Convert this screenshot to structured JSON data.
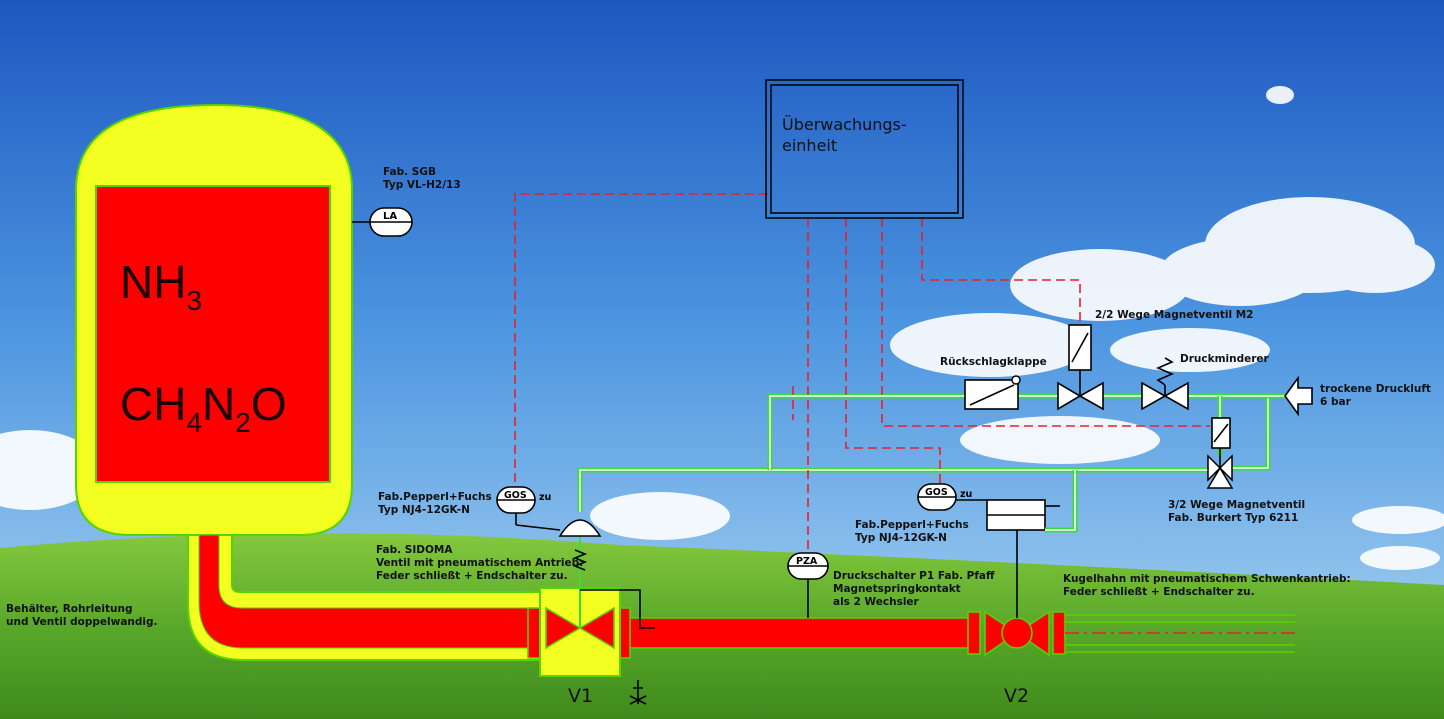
{
  "tank": {
    "formula1": {
      "base": "NH",
      "sub": "3"
    },
    "formula2": {
      "p1": "CH",
      "s1": "4",
      "p2": "N",
      "s2": "2",
      "p3": "O"
    }
  },
  "labels": {
    "monitor_line1": "Überwachungs-",
    "monitor_line2": "einheit",
    "la_maker": "Fab. SGB",
    "la_type": "Typ VL-H2/13",
    "la_tag": "LA",
    "gos1_maker": "Fab.Pepperl+Fuchs",
    "gos1_type": "Typ NJ4-12GK-N",
    "gos1_tag": "GOS",
    "gos1_zu": "zu",
    "gos2_maker": "Fab.Pepperl+Fuchs",
    "gos2_type": "Typ NJ4-12GK-N",
    "gos2_tag": "GOS",
    "gos2_zu": "zu",
    "sidoma_1": "Fab. SIDOMA",
    "sidoma_2": "Ventil mit pneumatischem Antrieb:",
    "sidoma_3": "Feder schließt + Endschalter zu.",
    "tank_note_1": "Behälter, Rohrleitung",
    "tank_note_2": "und Ventil doppelwandig.",
    "pza_tag": "PZA",
    "pza_1": "Druckschalter P1 Fab. Pfaff",
    "pza_2": "Magnetspringkontakt",
    "pza_3": "als 2 Wechsler",
    "ball_1": "Kugelhahn mit pneumatischem Schwenkantrieb:",
    "ball_2": "Feder schließt + Endschalter zu.",
    "m2": "2/2 Wege Magnetventil M2",
    "check_valve": "Rückschlagklappe",
    "reducer": "Druckminderer",
    "air_1": "trockene Druckluft",
    "air_2": "6 bar",
    "v32_1": "3/2 Wege Magnetventil",
    "v32_2": "Fab. Burkert Typ 6211",
    "v1": "V1",
    "v2": "V2"
  },
  "colors": {
    "sky_top": "#1f5fc4",
    "sky_bottom": "#a9d4f2",
    "grass": "#5fae2b",
    "medium_red": "#ff0000",
    "jacket_yellow": "#f2ff20",
    "outline_green": "#55d400",
    "control_line": "#e8202a",
    "air_line": "#3ddc3d"
  }
}
